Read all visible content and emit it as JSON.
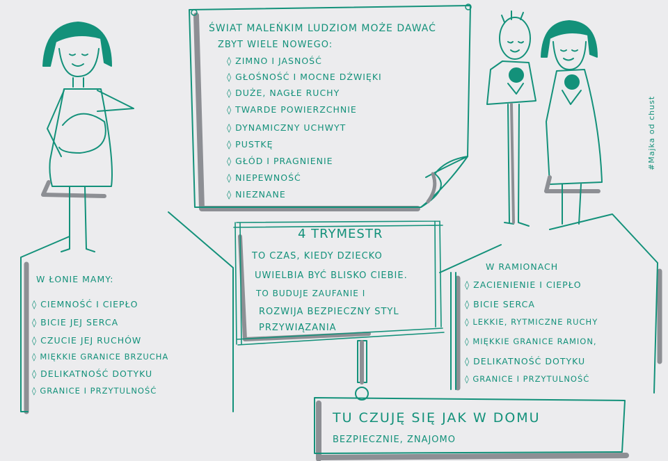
{
  "top_card": {
    "title_line1": "Świat maleńkim ludziom może dawać",
    "title_line2": "zbyt wiele nowego:",
    "items": [
      "Zimno i jasność",
      "Głośność i mocne dźwięki",
      "Duże, nagłe ruchy",
      "Twarde powierzchnie",
      "Dynamiczny uchwyt",
      "Pustkę",
      "Głód i pragnienie",
      "Niepewność",
      "Nieznane"
    ]
  },
  "left_house": {
    "title": "W łonie mamy:",
    "items": [
      "Ciemność i ciepło",
      "Bicie jej serca",
      "Czucie jej ruchów",
      "Miękkie granice brzucha",
      "Delikatność dotyku",
      "Granice i przytulność"
    ]
  },
  "center_card": {
    "title": "4 trymestr",
    "lines": [
      "To czas, kiedy dziecko",
      "uwielbia być blisko Ciebie.",
      "To buduje zaufanie i",
      "rozwija bezpieczny styl",
      "przywiązania"
    ]
  },
  "right_house": {
    "title": "W ramionach",
    "items": [
      "Zacienienie i ciepło",
      "Bicie serca",
      "Lekkie, rytmiczne ruchy",
      "Miękkie granice ramion,",
      "Delikatność dotyku",
      "Granice i przytulność"
    ]
  },
  "bottom_box": {
    "line1": "Tu czuję się jak w domu",
    "line2": "bezpiecznie, znajomo"
  },
  "signature": "#Majka od chust",
  "colors": {
    "ink": "#13917a",
    "shadow": "#8d8f94",
    "paper": "#ececee"
  }
}
